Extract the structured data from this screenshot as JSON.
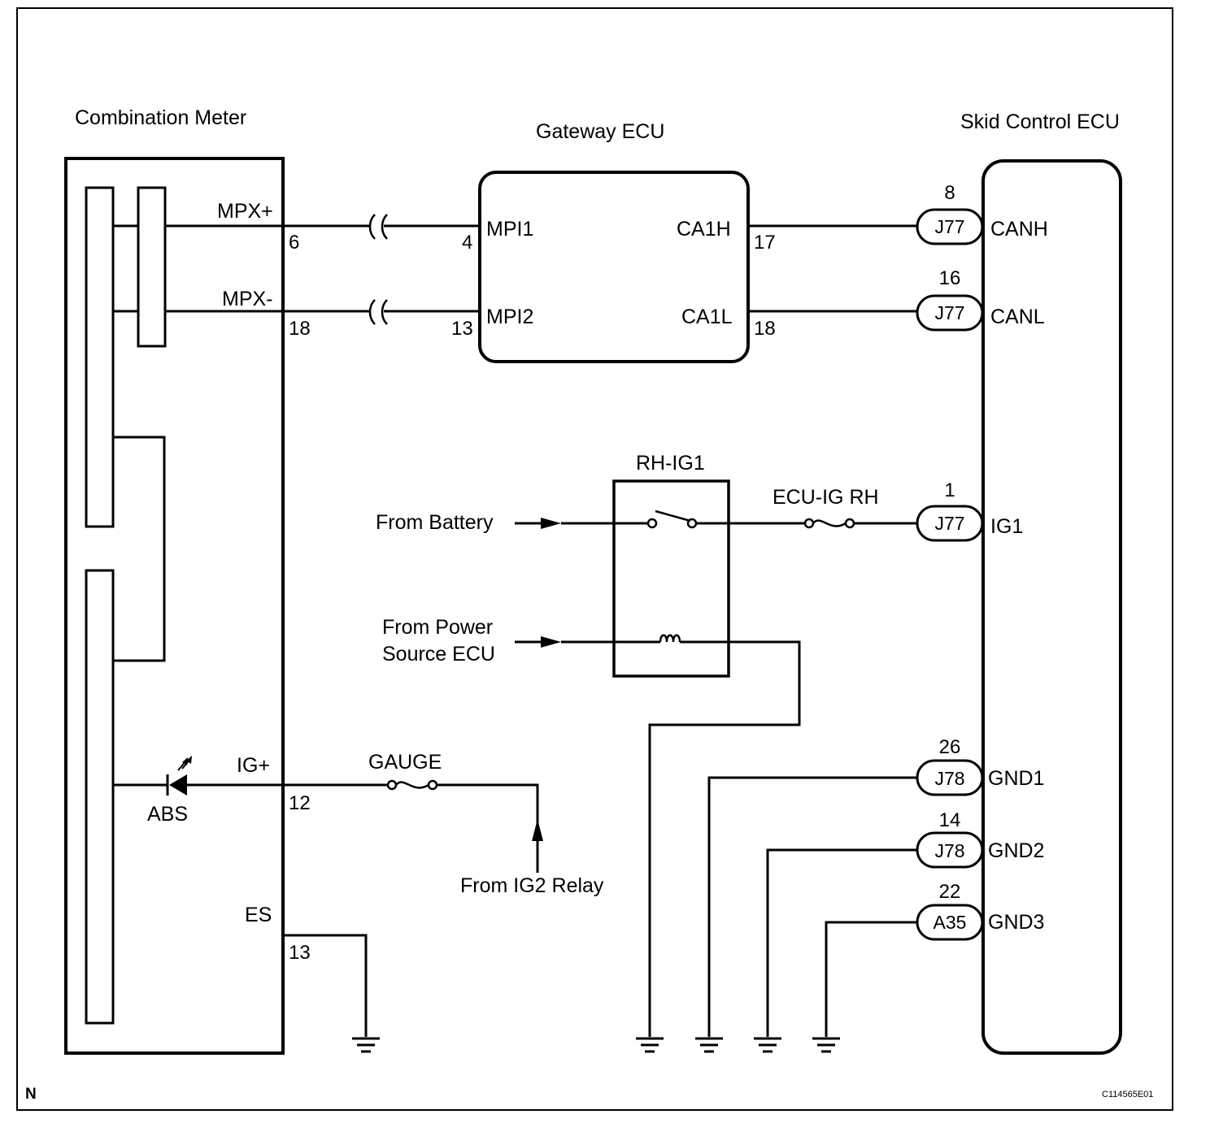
{
  "components": {
    "combination_meter": "Combination Meter",
    "gateway_ecu": "Gateway ECU",
    "skid_control_ecu": "Skid Control ECU",
    "relay": "RH-IG1"
  },
  "meter_pins": {
    "mpx_plus": "MPX+",
    "mpx_plus_num": "6",
    "mpx_minus": "MPX-",
    "mpx_minus_num": "18",
    "ig_plus": "IG+",
    "ig_plus_num": "12",
    "es": "ES",
    "es_num": "13",
    "abs": "ABS"
  },
  "gateway_pins": {
    "mpi1": "MPI1",
    "mpi1_num": "4",
    "mpi2": "MPI2",
    "mpi2_num": "13",
    "ca1h": "CA1H",
    "ca1h_num": "17",
    "ca1l": "CA1L",
    "ca1l_num": "18"
  },
  "skid_pins": {
    "canh": "CANH",
    "canh_num": "8",
    "canh_conn": "J77",
    "canl": "CANL",
    "canl_num": "16",
    "canl_conn": "J77",
    "ig1": "IG1",
    "ig1_num": "1",
    "ig1_conn": "J77",
    "gnd1": "GND1",
    "gnd1_num": "26",
    "gnd1_conn": "J78",
    "gnd2": "GND2",
    "gnd2_num": "14",
    "gnd2_conn": "J78",
    "gnd3": "GND3",
    "gnd3_num": "22",
    "gnd3_conn": "A35"
  },
  "sources": {
    "from_battery": "From Battery",
    "from_power_1": "From Power",
    "from_power_2": "Source ECU",
    "from_ig2": "From IG2 Relay"
  },
  "fuses": {
    "ecu_ig_rh": "ECU-IG RH",
    "gauge": "GAUGE"
  },
  "footer": {
    "corner_mark": "N",
    "figure_code": "C114565E01"
  }
}
